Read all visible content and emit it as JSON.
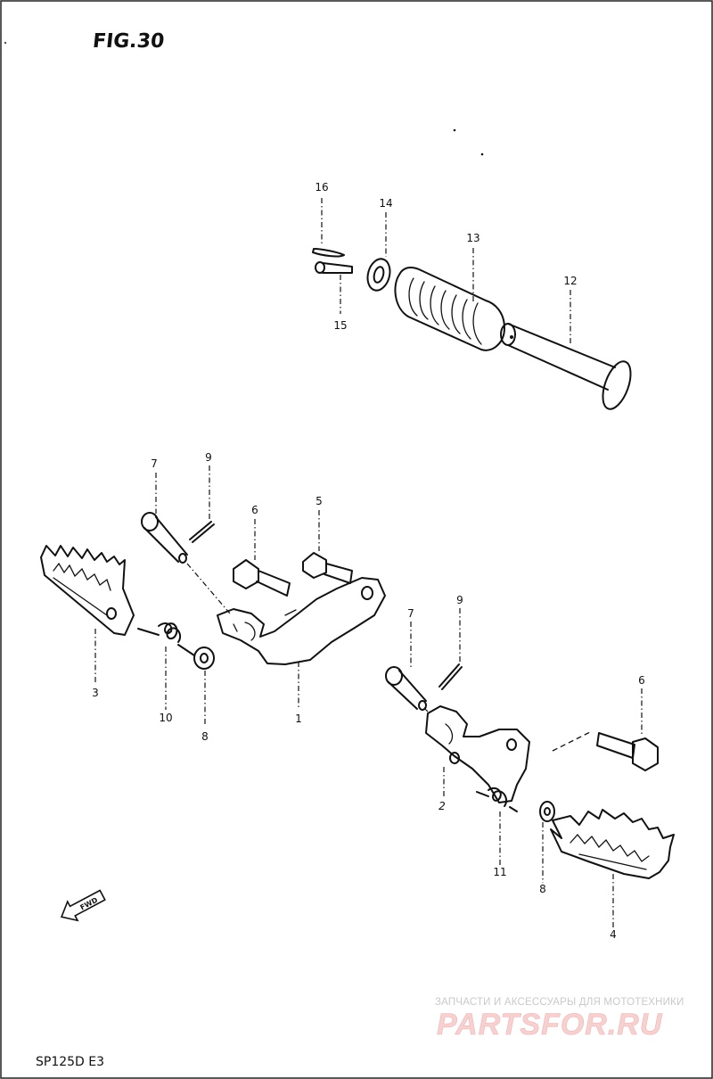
{
  "figure_title": "FIG.30",
  "model_code": "SP125D E3",
  "fwd_label": "FWD",
  "watermark": {
    "line1": "ЗАПЧАСТИ И АКСЕССУАРЫ ДЛЯ МОТОТЕХНИКИ",
    "logo_text": "PARTSFOR.RU"
  },
  "callouts": [
    "16",
    "14",
    "13",
    "12",
    "15",
    "7",
    "9",
    "6",
    "5",
    "3",
    "10",
    "8",
    "1",
    "7",
    "9",
    "6",
    "2",
    "11",
    "8",
    "4"
  ]
}
